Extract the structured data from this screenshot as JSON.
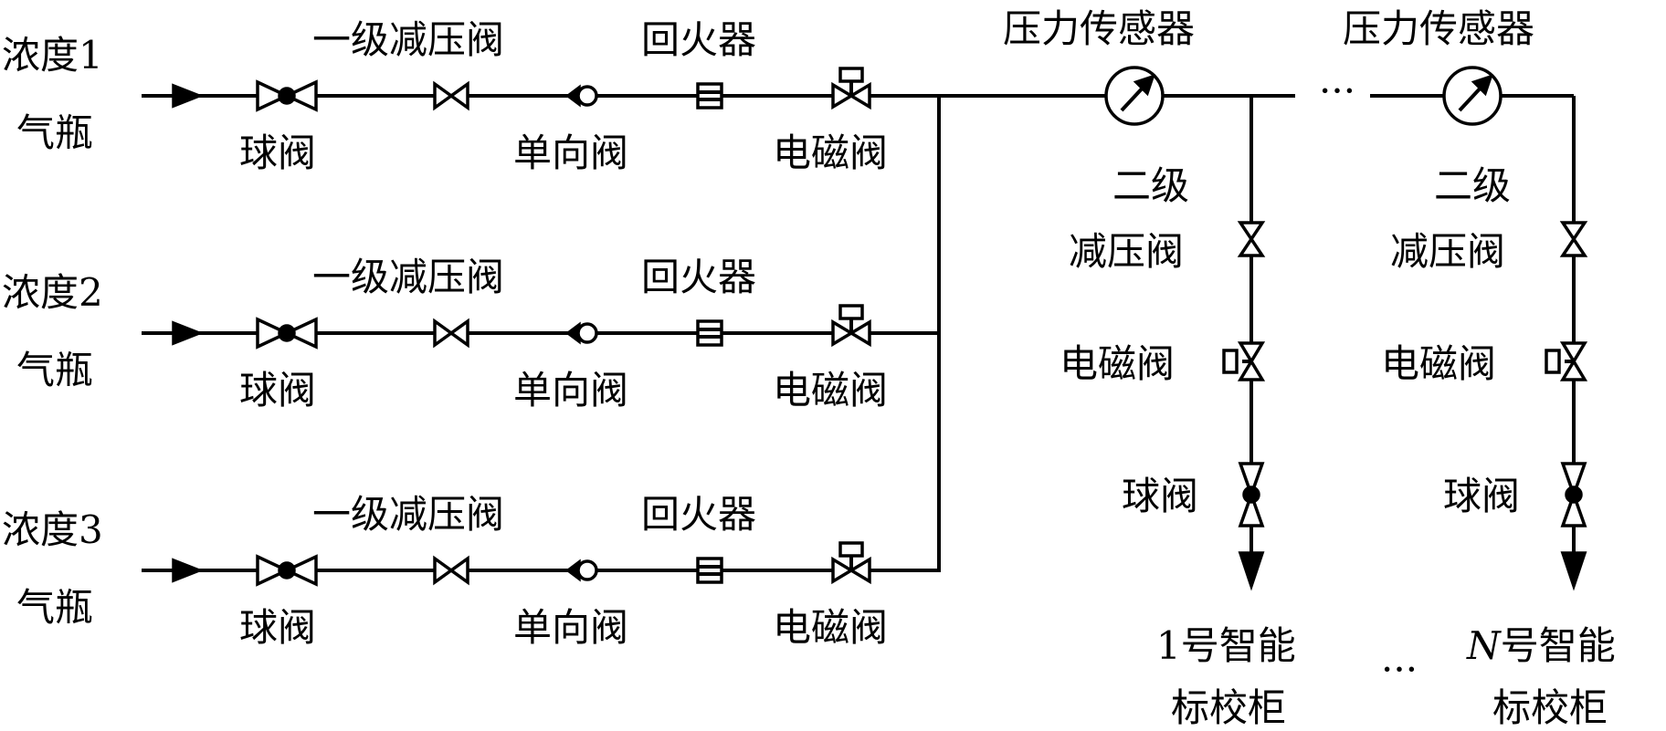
{
  "inlets": [
    {
      "label_line1": "浓度1",
      "label_line2": "气瓶"
    },
    {
      "label_line1": "浓度2",
      "label_line2": "气瓶"
    },
    {
      "label_line1": "浓度3",
      "label_line2": "气瓶"
    }
  ],
  "inlet_components": {
    "ball_valve": "球阀",
    "primary_reducer": "一级减压阀",
    "check_valve": "单向阀",
    "flashback_arrestor": "回火器",
    "solenoid_valve": "电磁阀"
  },
  "pressure_sensor": "压力传感器",
  "ellipsis": "···",
  "branch_components": {
    "secondary_reducer_line1": "二级",
    "secondary_reducer_line2": "减压阀",
    "solenoid_valve": "电磁阀",
    "ball_valve": "球阀"
  },
  "cabinets": [
    {
      "prefix": "1",
      "suffix": "号智能",
      "line2": "标校柜",
      "italic_prefix": false
    },
    {
      "prefix": "N",
      "suffix": "号智能",
      "line2": "标校柜",
      "italic_prefix": true
    }
  ]
}
